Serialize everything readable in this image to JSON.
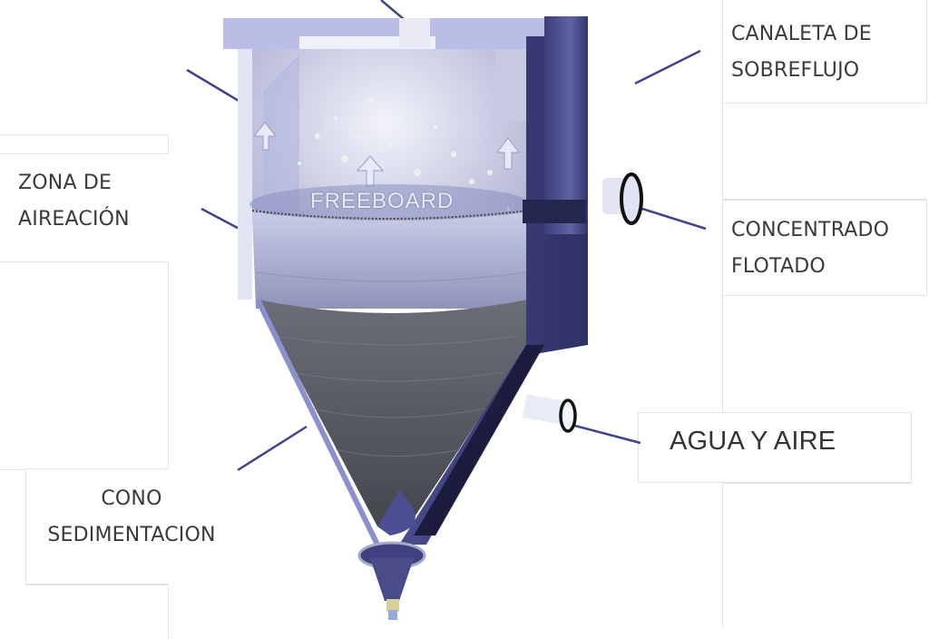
{
  "diagram": {
    "subject": "flotation column / cyclonic cell cutaway",
    "inner_label": "FREEBOARD",
    "labels": [
      {
        "id": "canaleta",
        "lines": [
          "CANALETA DE",
          "SOBREFLUJO"
        ]
      },
      {
        "id": "zona",
        "lines": [
          "ZONA DE",
          "AIREACIÓN"
        ]
      },
      {
        "id": "concentrado",
        "lines": [
          "CONCENTRADO",
          "FLOTADO"
        ]
      },
      {
        "id": "agua",
        "lines": [
          "AGUA Y AIRE"
        ]
      },
      {
        "id": "cono",
        "lines": [
          "CONO",
          "SEDIMENTACION"
        ]
      }
    ],
    "colors": {
      "vessel": "#3d3f7a",
      "vessel_light": "#8e93c9",
      "froth": "#b9bde0",
      "sediment": "#55575f",
      "leader": "#3f4589",
      "box_border": "#e4e4e4",
      "text": "#3a3a3a"
    }
  }
}
